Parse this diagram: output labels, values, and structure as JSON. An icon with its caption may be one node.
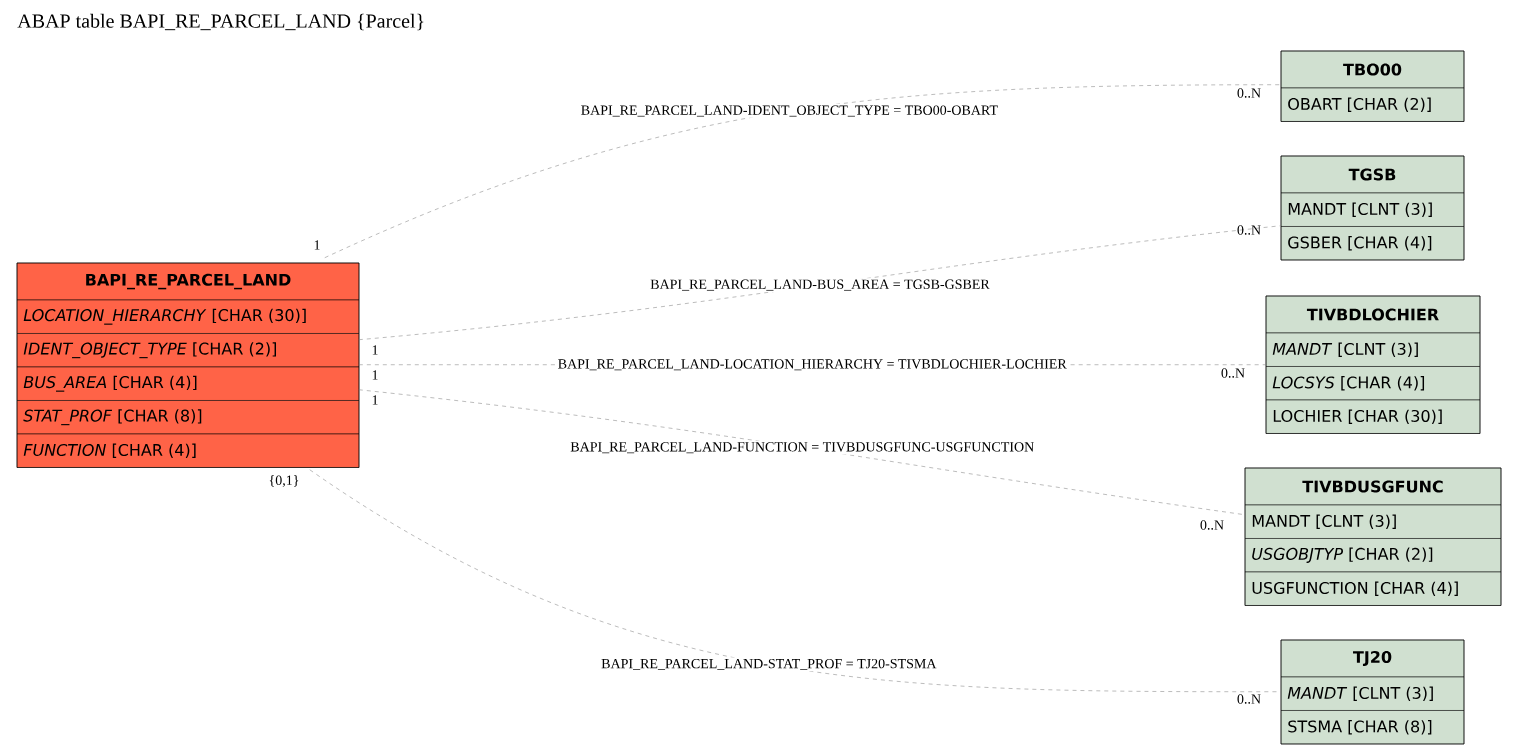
{
  "diagram": {
    "title": "ABAP table BAPI_RE_PARCEL_LAND {Parcel}",
    "nodes": [
      {
        "text": [
          "BAPI_RE_PARCEL_LAND",
          "*LOCATION_HIERARCHY* [CHAR (30)]",
          "*IDENT_OBJECT_TYPE* [CHAR (2)]",
          "*BUS_AREA* [CHAR (4)]",
          "*STAT_PROF* [CHAR (8)]",
          "*FUNCTION* [CHAR (4)]"
        ]
      },
      {
        "text": [
          "TBO00",
          "OBART [CHAR (2)]"
        ]
      },
      {
        "text": [
          "TGSB",
          "MANDT [CLNT (3)]",
          "GSBER [CHAR (4)]"
        ]
      },
      {
        "text": [
          "TIVBDLOCHIER",
          "*MANDT* [CLNT (3)]",
          "*LOCSYS* [CHAR (4)]",
          "LOCHIER [CHAR (30)]"
        ]
      },
      {
        "text": [
          "TIVBDUSGFUNC",
          "MANDT [CLNT (3)]",
          "*USGOBJTYP* [CHAR (2)]",
          "USGFUNCTION [CHAR (4)]"
        ]
      },
      {
        "text": [
          "TJ20",
          "*MANDT* [CLNT (3)]",
          "STSMA [CHAR (8)]"
        ]
      }
    ],
    "edges": [
      {
        "from": 0,
        "to": 1,
        "arrow": "none",
        "style": "dashed",
        "label": "BAPI_RE_PARCEL_LAND-IDENT_OBJECT_TYPE = TBO00-OBART"
      },
      {
        "from": 0,
        "to": 2,
        "arrow": "none",
        "style": "dashed",
        "label": "BAPI_RE_PARCEL_LAND-BUS_AREA = TGSB-GSBER"
      },
      {
        "from": 0,
        "to": 3,
        "arrow": "none",
        "style": "dashed",
        "label": "BAPI_RE_PARCEL_LAND-LOCATION_HIERARCHY = TIVBDLOCHIER-LOCHIER"
      },
      {
        "from": 0,
        "to": 4,
        "arrow": "none",
        "style": "dashed",
        "label": "BAPI_RE_PARCEL_LAND-FUNCTION = TIVBDUSGFUNC-USGFUNCTION"
      },
      {
        "from": 0,
        "to": 5,
        "arrow": "none",
        "style": "dashed",
        "label": "BAPI_RE_PARCEL_LAND-STAT_PROF = TJ20-STSMA"
      }
    ],
    "labels": [
      "1",
      "0..N",
      "1",
      "0..N",
      "1",
      "0..N",
      "1",
      "0..N",
      "{0,1}",
      "0..N"
    ]
  }
}
